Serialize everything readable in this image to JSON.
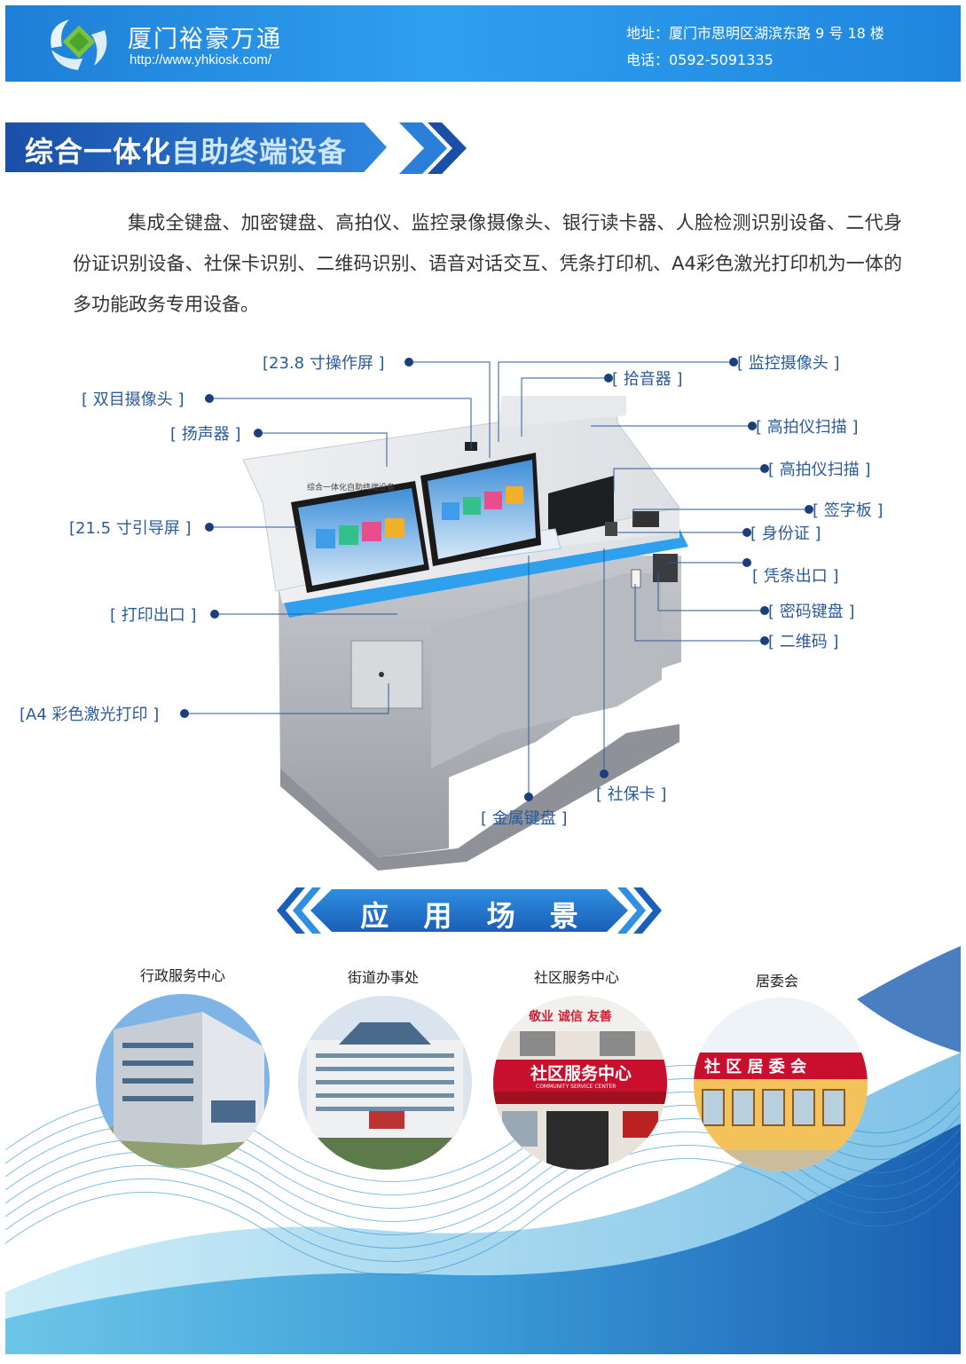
{
  "header": {
    "company": "厦门裕豪万通",
    "url": "http://www.yhkiosk.com/",
    "address": "地址：厦门市思明区湖滨东路 9 号 18 楼",
    "phone": "电话：0592-5091335"
  },
  "section": {
    "title_part1": "综合一体化",
    "title_part2": "自助终端设备"
  },
  "intro": "集成全键盘、加密键盘、高拍仪、监控录像摄像头、银行读卡器、人脸检测识别设备、二代身份证识别设备、社保卡识别、二维码识别、语音对话交互、凭条打印机、A4彩色激光打印机为一体的多功能政务专用设备。",
  "labels": {
    "screen_238": "[23.8 寸操作屏 ]",
    "dual_camera": "[ 双目摄像头 ]",
    "speaker": "[ 扬声器 ]",
    "pickup": "[ 拾音器 ]",
    "monitor_camera": "[ 监控摄像头 ]",
    "scanner1": "[ 高拍仪扫描 ]",
    "scanner2": "[ 高拍仪扫描 ]",
    "screen_215": "[21.5 寸引导屏 ]",
    "signpad": "[ 签字板 ]",
    "idcard": "[ 身份证 ]",
    "receipt": "[ 凭条出口 ]",
    "pinpad": "[ 密码键盘 ]",
    "qrcode": "[ 二维码 ]",
    "print_out": "[ 打印出口 ]",
    "a4_printer": "[A4 彩色激光打印 ]",
    "social_card": "[ 社保卡 ]",
    "metal_keyboard": "[ 金属键盘 ]"
  },
  "screen_text": "综合一体化自助终端设备",
  "apps": {
    "title": "应 用 场 景",
    "scenes": [
      {
        "label": "行政服务中心"
      },
      {
        "label": "街道办事处"
      },
      {
        "label": "社区服务中心",
        "sign": "社区服务中心",
        "sign_en": "COMMUNITY SERVICE CENTER",
        "banner": "敬业  诚信  友善"
      },
      {
        "label": "居委会",
        "sign": "社 区 居 委 会"
      }
    ]
  },
  "colors": {
    "header_blue": "#2a8fe6",
    "title_blue": "#1a4fa8",
    "label_blue": "#2a5b9a",
    "dot_navy": "#1b3f7a"
  }
}
